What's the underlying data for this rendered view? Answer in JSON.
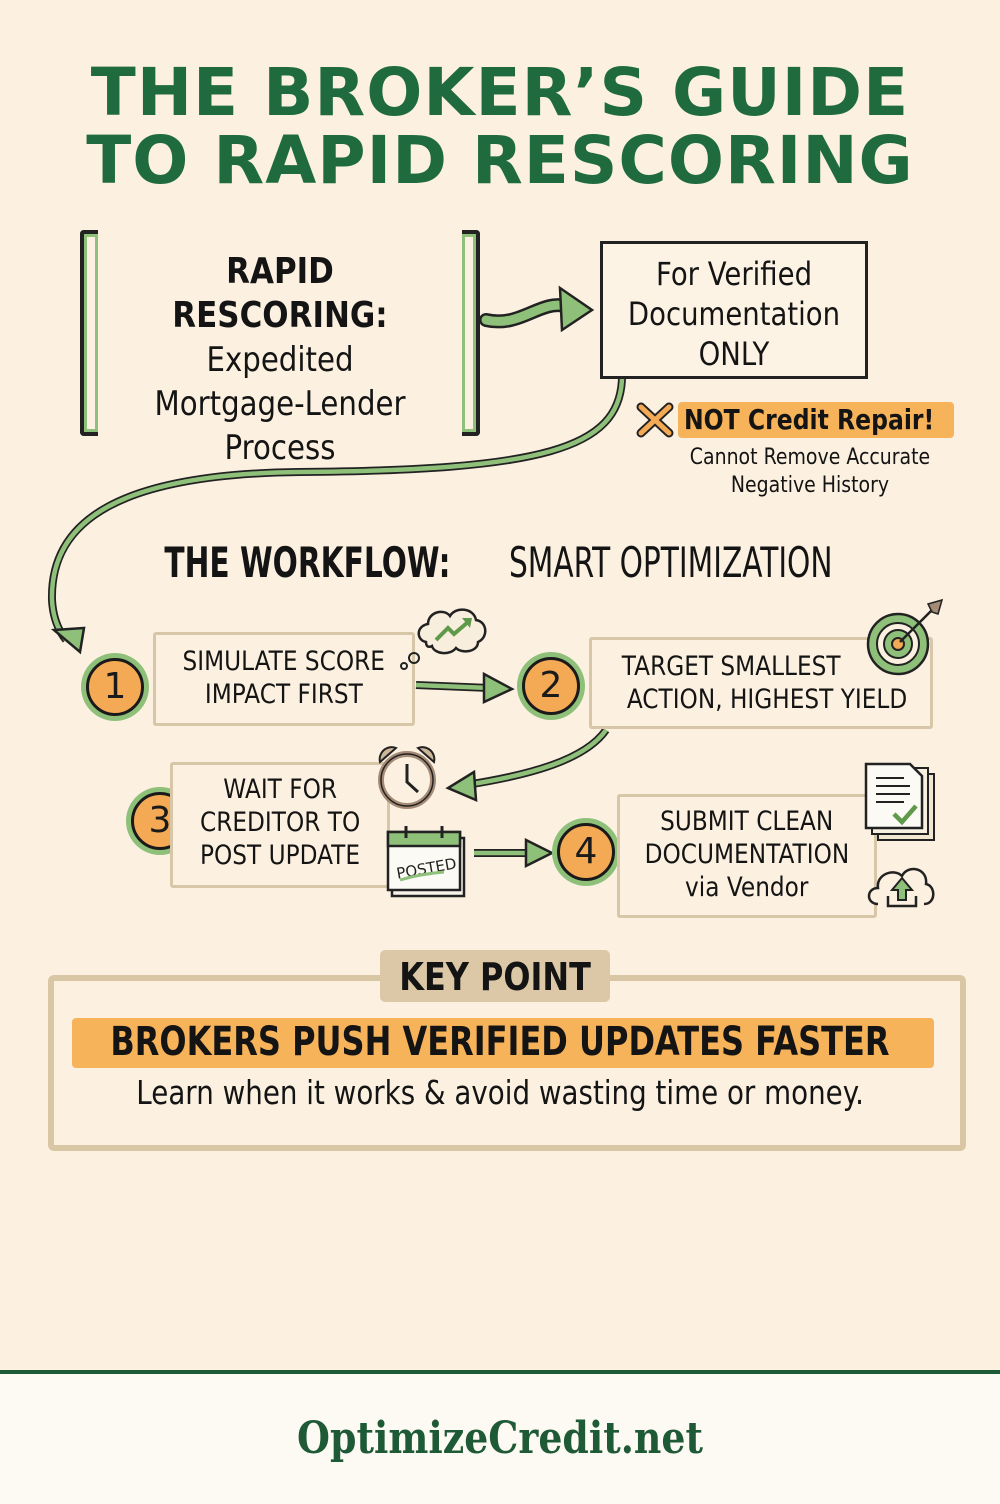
{
  "header": {
    "title_line1": "THE BROKER’S GUIDE",
    "title_line2": "TO RAPID RESCORING",
    "title_color": "#1f6b3f"
  },
  "definition": {
    "heading": "RAPID RESCORING:",
    "lines": [
      "Expedited",
      "Mortgage-Lender",
      "Process"
    ]
  },
  "verified_box": {
    "lines": [
      "For Verified",
      "Documentation",
      "ONLY"
    ]
  },
  "warning": {
    "icon": "x-mark-icon",
    "label": "NOT Credit Repair!",
    "sub_lines": [
      "Cannot Remove Accurate",
      "Negative History"
    ]
  },
  "workflow": {
    "title_bold": "THE WORKFLOW:",
    "title_rest": " SMART OPTIMIZATION",
    "steps": [
      {
        "number": "1",
        "lines": [
          "SIMULATE SCORE",
          "IMPACT FIRST"
        ],
        "icon": "thought-cloud-chart-icon"
      },
      {
        "number": "2",
        "lines": [
          "TARGET SMALLEST",
          "ACTION, HIGHEST YIELD"
        ],
        "icon": "target-arrow-icon"
      },
      {
        "number": "3",
        "lines": [
          "WAIT FOR",
          "CREDITOR TO",
          "POST UPDATE"
        ],
        "icon": "alarm-clock-icon",
        "icon2": "calendar-posted-icon",
        "stamp": "POSTED"
      },
      {
        "number": "4",
        "lines": [
          "SUBMIT CLEAN",
          "DOCUMENTATION",
          "via Vendor"
        ],
        "icon": "document-check-icon",
        "icon2": "cloud-upload-icon"
      }
    ]
  },
  "key_point": {
    "label": "KEY POINT",
    "headline": "BROKERS PUSH VERIFIED UPDATES FASTER",
    "subtext": "Learn when it works & avoid wasting time or money."
  },
  "footer": {
    "site": "OptimizeCredit.net",
    "color": "#1f5a37"
  },
  "colors": {
    "background": "#fcf1e1",
    "accent_green": "#8fc07a",
    "accent_orange": "#f4a955",
    "highlight_orange": "#f6b35a",
    "frame_tan": "#d9c6a4"
  }
}
